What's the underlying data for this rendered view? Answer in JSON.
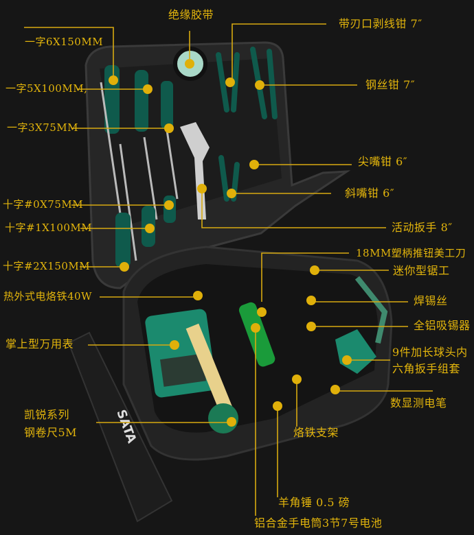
{
  "accent_color": "#e3b50c",
  "brand_logo": "SATA",
  "labels": {
    "insulating_tape": "绝缘胶带",
    "slot_6x150": "一字6X150MM",
    "slot_5x100": "一字5X100MM,",
    "slot_3x75": "一字3X75MM",
    "phillips_0x75": "十字#0X75MM",
    "phillips_1x100": "十字#1X100MM",
    "phillips_2x150": "十字#2X150MM",
    "wire_stripper": "带刃口剥线钳 7″",
    "combination_pliers": "钢丝钳 7″",
    "long_nose_pliers": "尖嘴钳 6″",
    "diagonal_pliers": "斜嘴钳 6″",
    "adjustable_wrench": "活动扳手 8″",
    "utility_knife": "18MM塑柄推钮美工刀",
    "mini_saw": "迷你型锯工",
    "solder_wire": "焊锡丝",
    "desoldering_pump": "全铝吸锡器",
    "hex_key_line1": "9件加长球头内",
    "hex_key_line2": "六角扳手组套",
    "voltage_tester": "数显测电笔",
    "iron_stand": "烙铁支架",
    "claw_hammer": "羊角锤 0.5 磅",
    "flashlight": "铝合金手电筒3节7号电池",
    "soldering_iron": "热外式电烙铁40W",
    "multimeter": "掌上型万用表",
    "tape_measure_line1": "凯锐系列",
    "tape_measure_line2": "钢卷尺5M"
  }
}
